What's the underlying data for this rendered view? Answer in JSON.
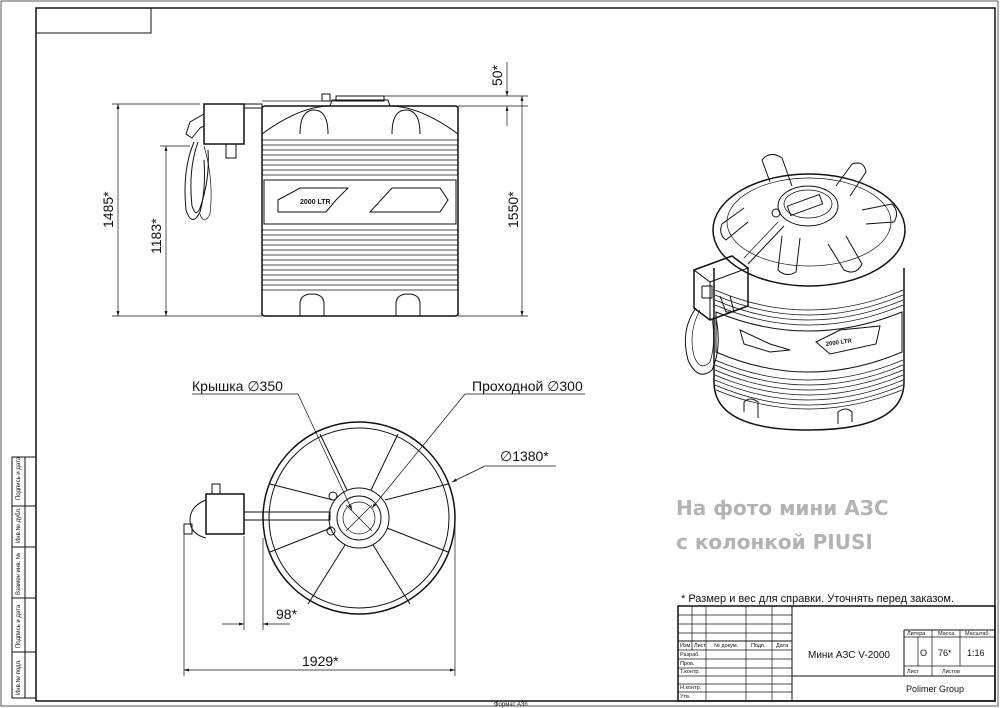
{
  "drawing": {
    "front_view": {
      "tank_label": "2000 LTR",
      "dims": {
        "height_total": "1485*",
        "height_pump": "1183*",
        "height_tank": "1550*",
        "lid_height": "50*"
      }
    },
    "top_view": {
      "callout_lid": "Крышка ∅350",
      "callout_passage": "Проходной ∅300",
      "callout_diameter": "∅1380*",
      "dim_offset": "98*",
      "dim_width": "1929*"
    },
    "iso_view": {
      "tank_label": "2000 LTR"
    },
    "photo_note": {
      "line1": "На фото мини АЗС",
      "line2": "с колонкой PIUSI"
    },
    "footnote": "* Размер и вес для справки. Уточнять перед заказом."
  },
  "title_block": {
    "col_headers": [
      "Изм.",
      "Лист",
      "№ докум.",
      "Подп.",
      "Дата"
    ],
    "row_labels": [
      "Разраб.",
      "Пров.",
      "Т.контр.",
      "",
      "Н.контр.",
      "Утв."
    ],
    "product_name": "Мини АЗС V-2000",
    "litera_label": "Литера",
    "mass_label": "Масса",
    "scale_label": "Масштаб",
    "litera_value": "О",
    "mass_value": "76*",
    "scale_value": "1:16",
    "sheet_label": "Лист",
    "sheets_label": "Листов",
    "company": "Polimer Group"
  },
  "side_stamp": [
    "Подпись и дата",
    "Инв.№ дубл.",
    "Взамен инв. №",
    "Подпись и дата",
    "Инв.№ подл."
  ],
  "format_label": "Формат А3h"
}
